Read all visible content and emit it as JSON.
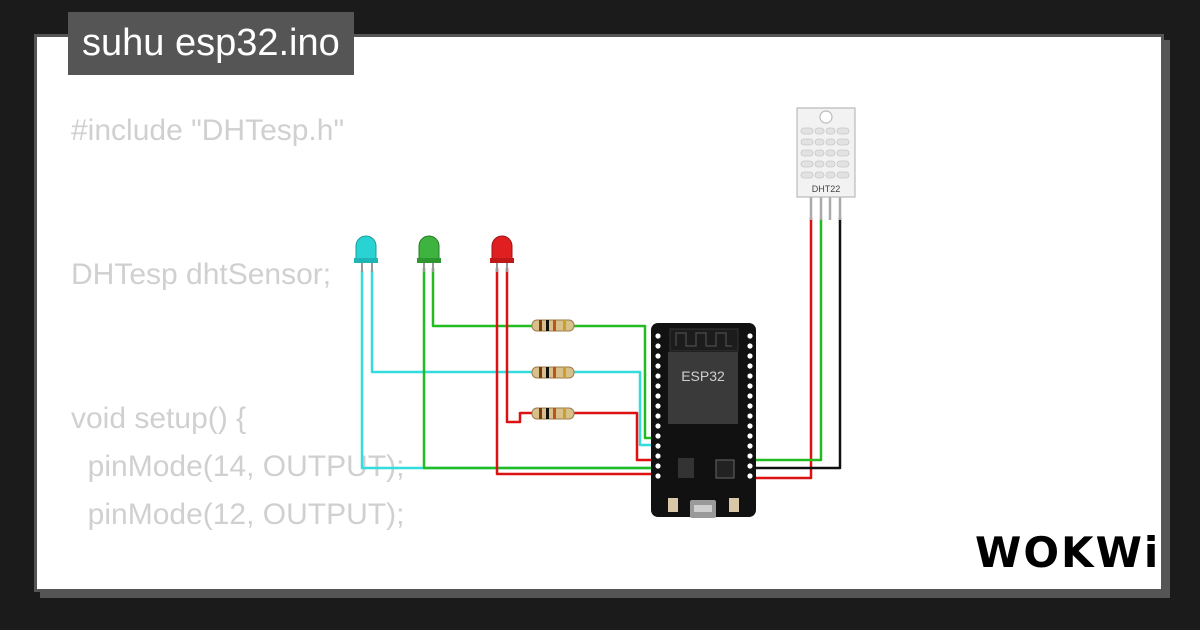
{
  "title": "suhu esp32.ino",
  "code_lines": [
    "#include \"DHTesp.h\"",
    "DHTesp dhtSensor;",
    "void setup() {",
    "  pinMode(14, OUTPUT);",
    "  pinMode(12, OUTPUT);"
  ],
  "board_label": "ESP32",
  "sensor_label": "DHT22",
  "logo_text": "WOKWi",
  "colors": {
    "background": "#1b1b1b",
    "card": "#ffffff",
    "badge": "#555555",
    "wire_green": "#22bb22",
    "wire_cyan": "#33dddd",
    "wire_red": "#dd1111",
    "wire_black": "#111111",
    "led_cyan": "#29d3d3",
    "led_green": "#3fb33f",
    "led_red": "#e02020"
  }
}
